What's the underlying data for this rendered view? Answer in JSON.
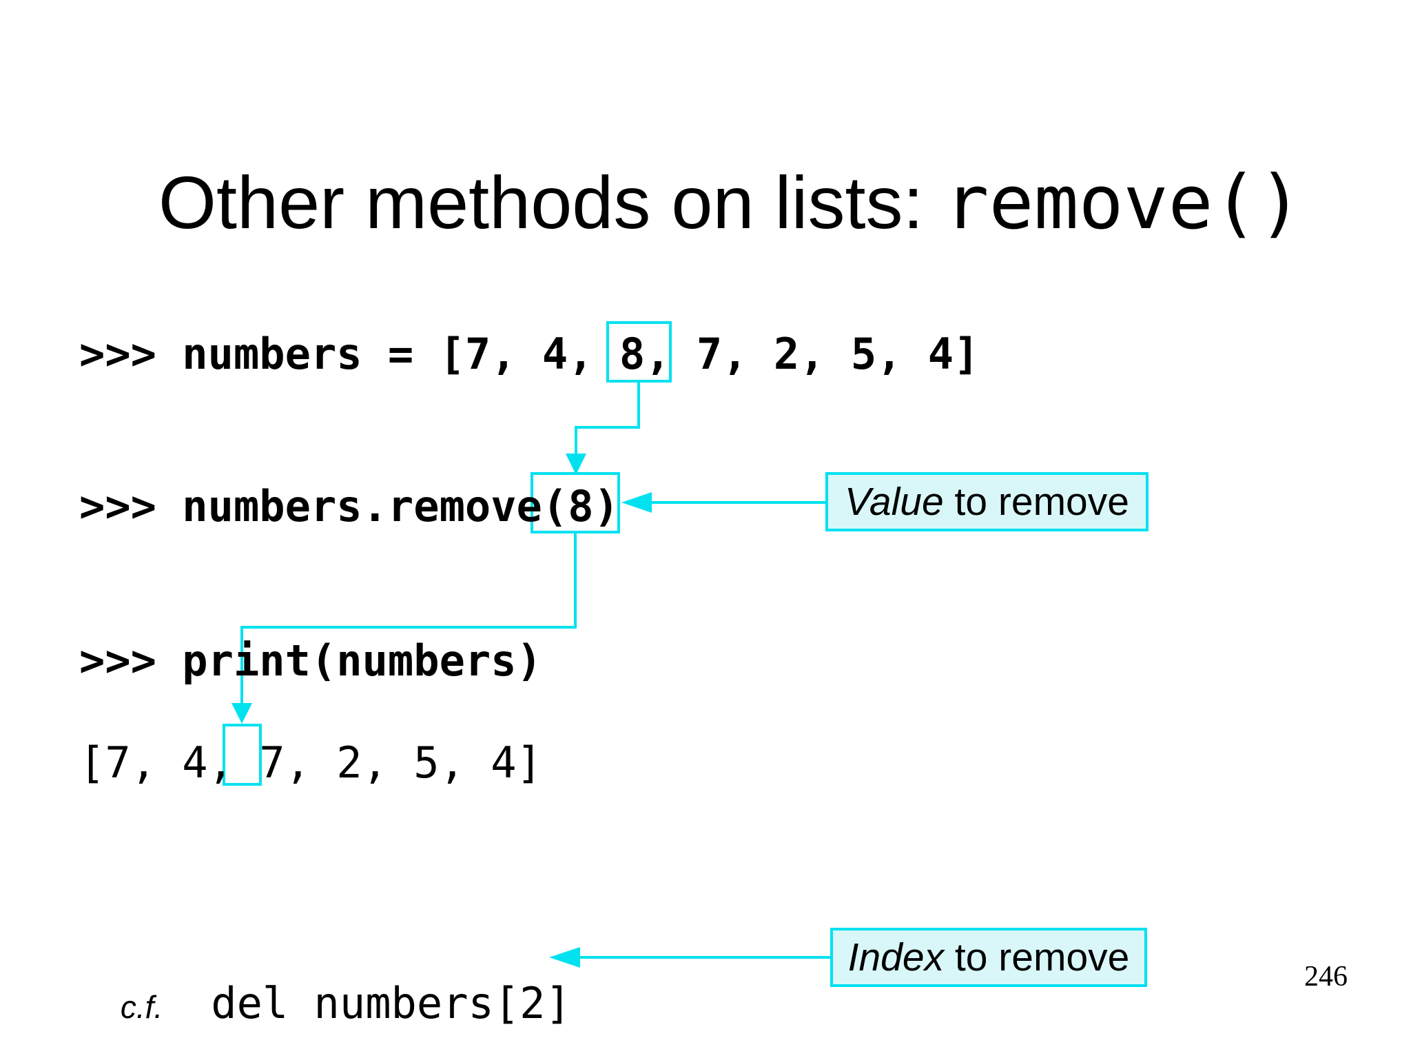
{
  "slide": {
    "title": {
      "prefix": "Other methods on lists: ",
      "code": "remove()"
    },
    "code_lines": {
      "line1": ">>> numbers = [7, 4, 8, 7, 2, 5, 4]",
      "line2": ">>> numbers.remove(8)",
      "line3": ">>> print(numbers)",
      "output": "[7, 4, 7, 2, 5, 4]"
    },
    "labels": {
      "value": {
        "emphasis": "Value",
        "rest": " to remove"
      },
      "index": {
        "emphasis": "Index",
        "rest": " to remove"
      }
    },
    "footer": {
      "cf": "c.f.",
      "del_code": "del numbers[2]"
    },
    "page_number": "246",
    "colors": {
      "accent": "#00e1f0",
      "label_fill": "#d9f7f9"
    }
  }
}
